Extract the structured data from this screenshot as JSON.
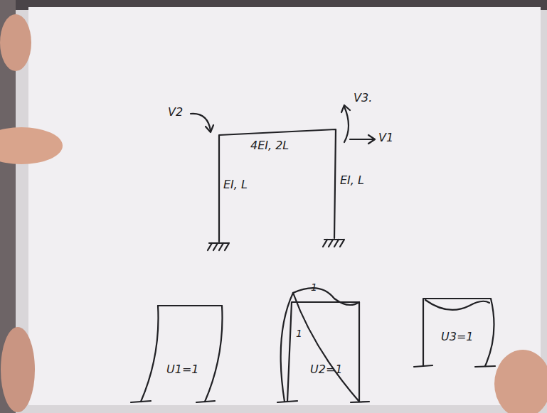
{
  "diagram": {
    "labels": [
      "V2",
      "V3.",
      "V1",
      "4EI, 2L",
      "EI, L",
      "EI, L",
      "U1=1",
      "1",
      "1",
      "U2=1",
      "U3=1"
    ]
  }
}
